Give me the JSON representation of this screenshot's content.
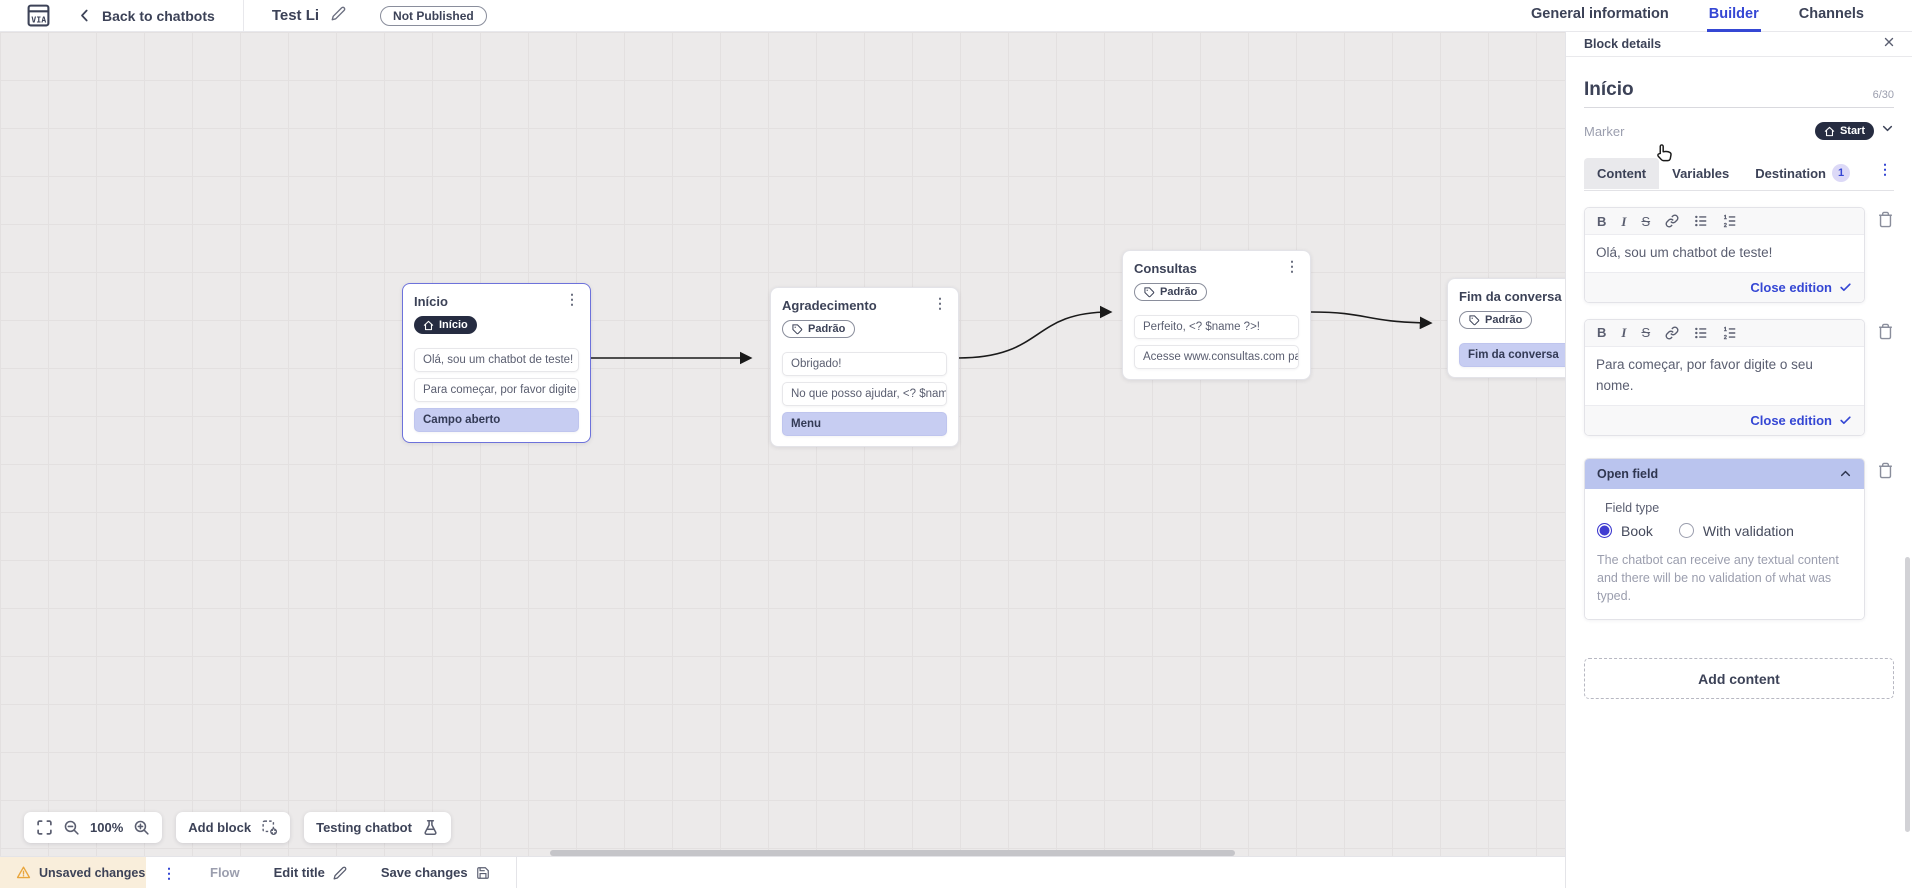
{
  "topbar": {
    "back_label": "Back to chatbots",
    "title": "Test Li",
    "status": "Not Published",
    "tabs": [
      {
        "label": "General information"
      },
      {
        "label": "Builder"
      },
      {
        "label": "Channels"
      }
    ]
  },
  "canvas": {
    "blocks": [
      {
        "title": "Início",
        "badge": "Início",
        "items": [
          "Olá, sou um chatbot de teste!",
          "Para começar, por favor digite o ...",
          "Campo aberto"
        ]
      },
      {
        "title": "Agradecimento",
        "badge": "Padrão",
        "items": [
          "Obrigado!",
          "No que posso ajudar, <? $name ...",
          "Menu"
        ]
      },
      {
        "title": "Consultas",
        "badge": "Padrão",
        "items": [
          "Perfeito, <? $name ?>!",
          "Acesse www.consultas.com par..."
        ]
      },
      {
        "title": "Fim da conversa",
        "badge": "Padrão",
        "items": [
          "Fim da conversa"
        ]
      }
    ],
    "zoom_level": "100%",
    "add_block_label": "Add block",
    "testing_label": "Testing chatbot"
  },
  "panel": {
    "header": "Block details",
    "name_value": "Início",
    "name_counter": "6/30",
    "marker_label": "Marker",
    "marker_value": "Start",
    "tabs": {
      "content": "Content",
      "variables": "Variables",
      "destination": "Destination",
      "destination_count": "1"
    },
    "editors": [
      {
        "text": "Olá, sou um chatbot de teste!",
        "close_label": "Close edition"
      },
      {
        "text": "Para começar, por favor digite o seu nome.",
        "close_label": "Close edition"
      }
    ],
    "open_field": {
      "title": "Open field",
      "field_type_label": "Field type",
      "option_book": "Book",
      "option_validation": "With validation",
      "description": "The chatbot can receive any textual content and there will be no validation of what was typed."
    },
    "add_content_label": "Add content"
  },
  "bottombar": {
    "unsaved": "Unsaved changes",
    "flow": "Flow",
    "edit_title": "Edit title",
    "save": "Save changes"
  },
  "colors": {
    "accent": "#3547d4",
    "dark_pill": "#262c41",
    "item_highlight": "#c7cdf2",
    "open_field_header": "#bac4ee",
    "warning": "#e9a63d",
    "canvas_bg": "#eceaea"
  }
}
